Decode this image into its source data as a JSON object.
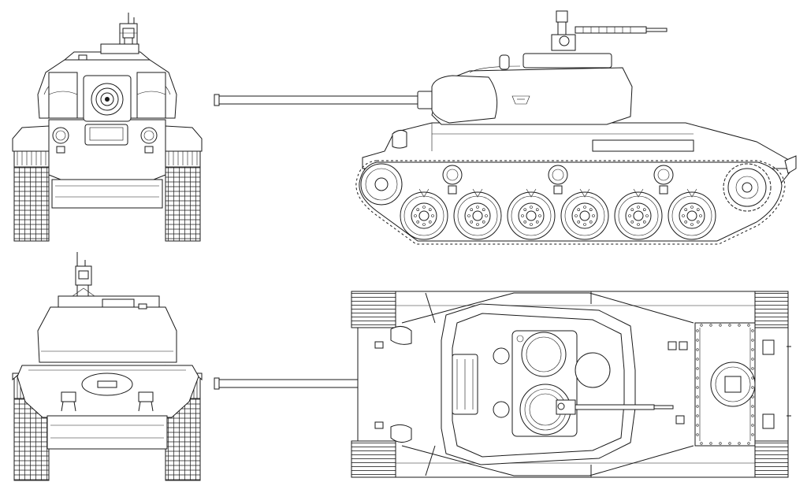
{
  "drawing": {
    "views": [
      {
        "id": "front",
        "label": ""
      },
      {
        "id": "side",
        "label": ""
      },
      {
        "id": "rear",
        "label": ""
      },
      {
        "id": "top",
        "label": ""
      }
    ],
    "road_wheel_count": 6,
    "return_roller_count": 3,
    "line_color": "#1a1a1a",
    "background": "#ffffff"
  }
}
